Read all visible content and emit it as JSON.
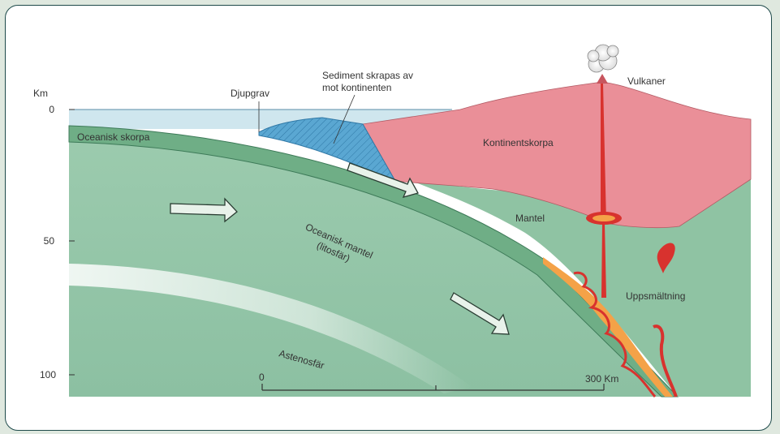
{
  "axis": {
    "unit": "Km",
    "ticks": [
      "0",
      "50",
      "100"
    ]
  },
  "labels": {
    "trench": "Djupgrav",
    "sediment_line1": "Sediment skrapas av",
    "sediment_line2": "mot kontinenten",
    "volcanoes": "Vulkaner",
    "oceanic_crust": "Oceanisk skorpa",
    "continental_crust": "Kontinentskorpa",
    "mantle": "Mantel",
    "oceanic_mantle_line1": "Oceanisk mantel",
    "oceanic_mantle_line2": "(litosfär)",
    "melting": "Uppsmältning",
    "asthenosphere": "Astenosfär"
  },
  "scale_bar": {
    "start": "0",
    "end": "300 Km"
  },
  "colors": {
    "ocean_water": "#cfe6ee",
    "mantle_green": "#8fc3a3",
    "crust_green": "#6fae86",
    "continent_pink": "#ea8f98",
    "sediment_blue": "#5aa7d2",
    "magma_red": "#d8322e",
    "magma_orange": "#f4a248",
    "frame_border": "#1e4a4a"
  }
}
